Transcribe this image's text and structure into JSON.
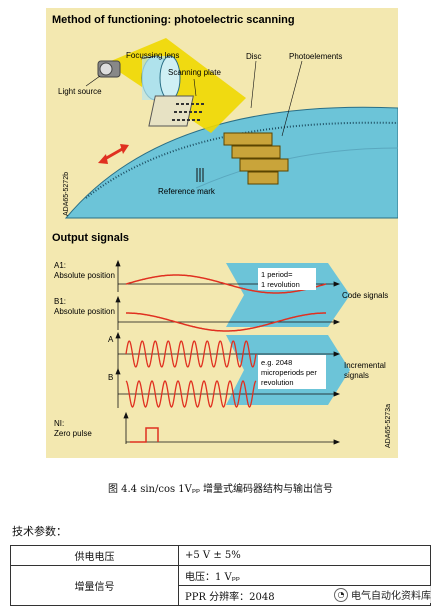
{
  "diagram": {
    "title": "Method of functioning: photoelectric scanning",
    "labels": {
      "focussing_lens": "Focussing lens",
      "scanning_plate": "Scanning plate",
      "disc": "Disc",
      "photoelements": "Photoelements",
      "light_source": "Light source",
      "reference_mark": "Reference mark",
      "code_top": "ADA65-5272b",
      "code_bottom": "ADA65-5273a"
    },
    "output_title": "Output signals",
    "signals": {
      "a1": "A1:",
      "a1_sub": "Absolute position",
      "b1": "B1:",
      "b1_sub": "Absolute position",
      "a": "A",
      "b": "B",
      "ni": "NI:",
      "ni_sub": "Zero pulse",
      "period_note_1": "1 period=",
      "period_note_2": "1 revolution",
      "code_signals": "Code signals",
      "micro_note_1": "e.g. 2048",
      "micro_note_2": "microperiods per",
      "micro_note_3": "revolution",
      "incremental_1": "Incremental",
      "incremental_2": "signals"
    },
    "colors": {
      "panel": "#f3e8b0",
      "teal": "#6cc4d8",
      "wave": "#e03020",
      "beam": "#f0d800"
    }
  },
  "caption": "图 4.4  sin/cos 1Vₚₚ 增量式编码器结构与输出信号",
  "params_title": "技术参数：",
  "table": [
    {
      "key": "供电电压",
      "value": [
        "+5 V ± 5%"
      ]
    },
    {
      "key": "增量信号",
      "value": [
        "电压：1 Vₚₚ",
        "PPR 分辨率：2048"
      ]
    }
  ],
  "watermark": "电气自动化资料库"
}
